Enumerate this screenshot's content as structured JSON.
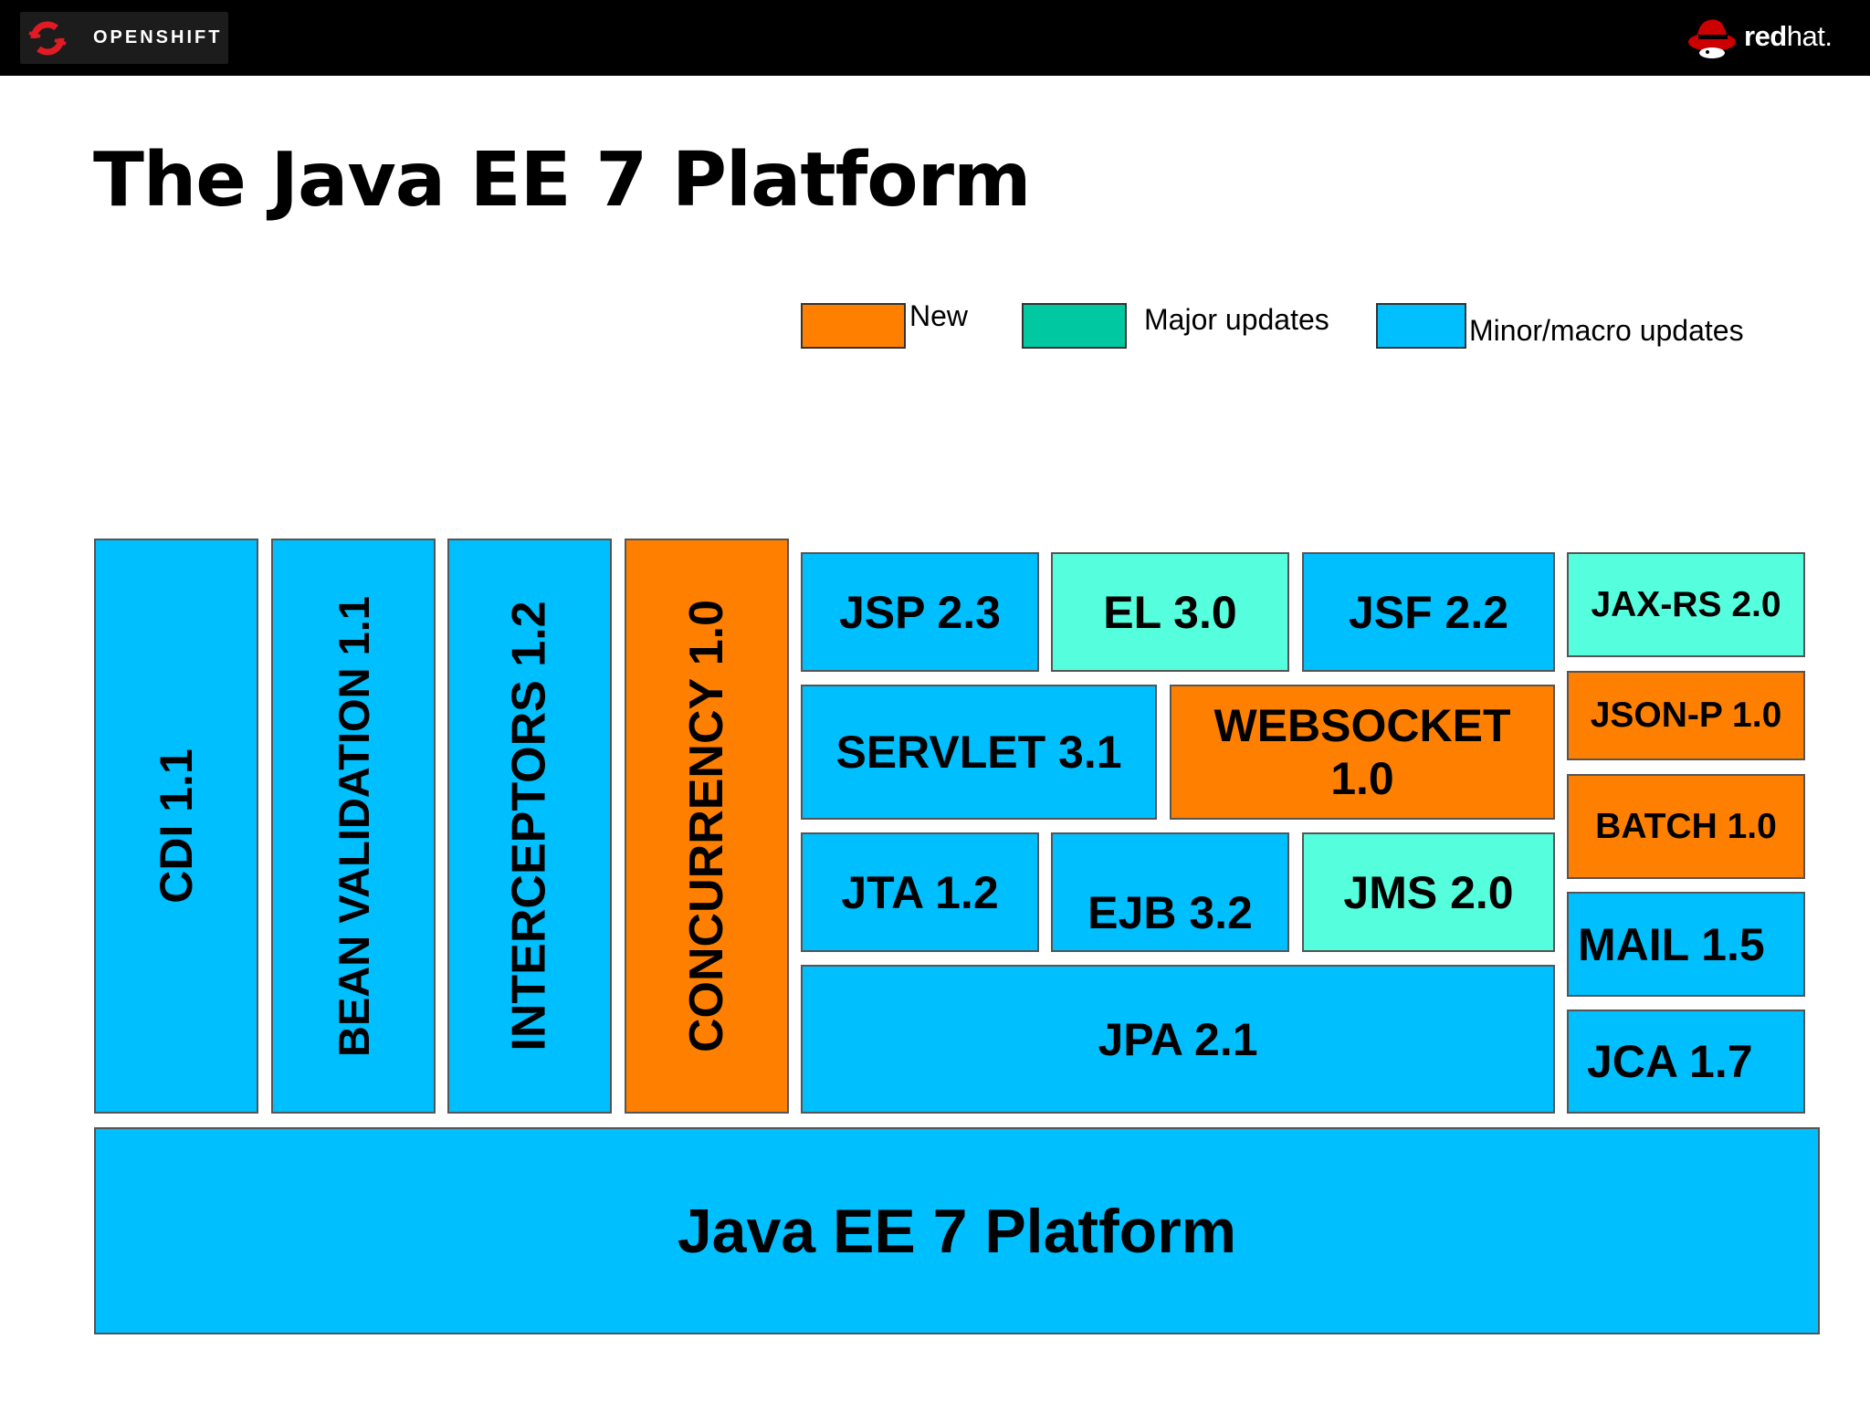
{
  "header": {
    "left_logo_text": "OPENSHIFT",
    "right_logo_text_bold": "red",
    "right_logo_text_light": "hat.",
    "right_logo_text": "redhat."
  },
  "title": "The Java EE 7 Platform",
  "legend": {
    "new": {
      "label": "New",
      "color": "#ff8000"
    },
    "major": {
      "label": "Major updates",
      "color": "#00c8a0"
    },
    "minor": {
      "label": "Minor/macro updates",
      "color": "#00bfff"
    }
  },
  "colors": {
    "new": "#ff8000",
    "major": "#55ffdd",
    "minor": "#00bfff"
  },
  "specs": {
    "cdi": "CDI 1.1",
    "bean_validation": "BEAN VALIDATION 1.1",
    "interceptors": "INTERCEPTORS 1.2",
    "concurrency": "CONCURRENCY 1.0",
    "jsp": "JSP 2.3",
    "el": "EL 3.0",
    "jsf": "JSF 2.2",
    "jax_rs": "JAX-RS 2.0",
    "servlet": "SERVLET 3.1",
    "websocket_line1": "WEBSOCKET",
    "websocket_line2": "1.0",
    "json_p": "JSON-P 1.0",
    "batch": "BATCH 1.0",
    "jta": "JTA 1.2",
    "ejb": "EJB 3.2",
    "jms": "JMS 2.0",
    "mail": "MAIL 1.5",
    "jpa": "JPA 2.1",
    "jca": "JCA 1.7",
    "platform": "Java EE 7 Platform"
  }
}
